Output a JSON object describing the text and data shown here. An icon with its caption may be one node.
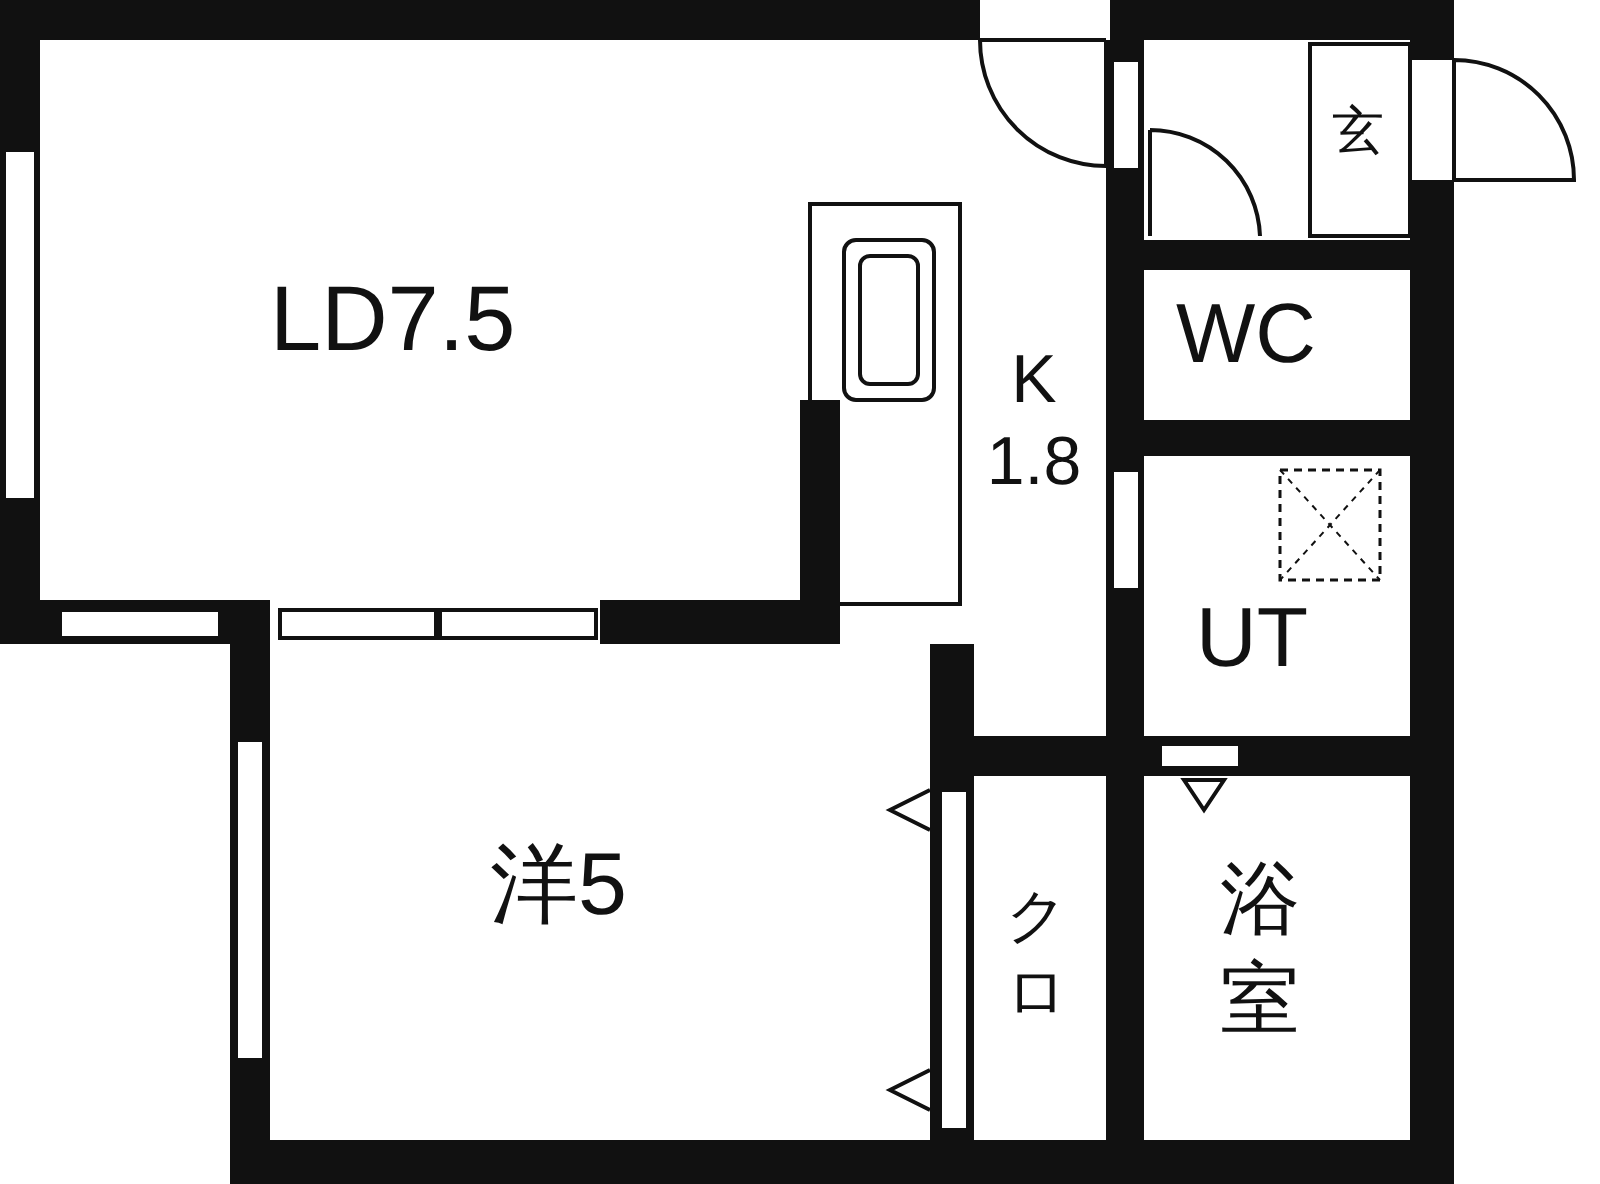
{
  "diagram": {
    "labels": [
      "LD7.5",
      "K 1.8",
      "玄",
      "WC",
      "UT",
      "洋5",
      "クロ",
      "浴室"
    ]
  }
}
